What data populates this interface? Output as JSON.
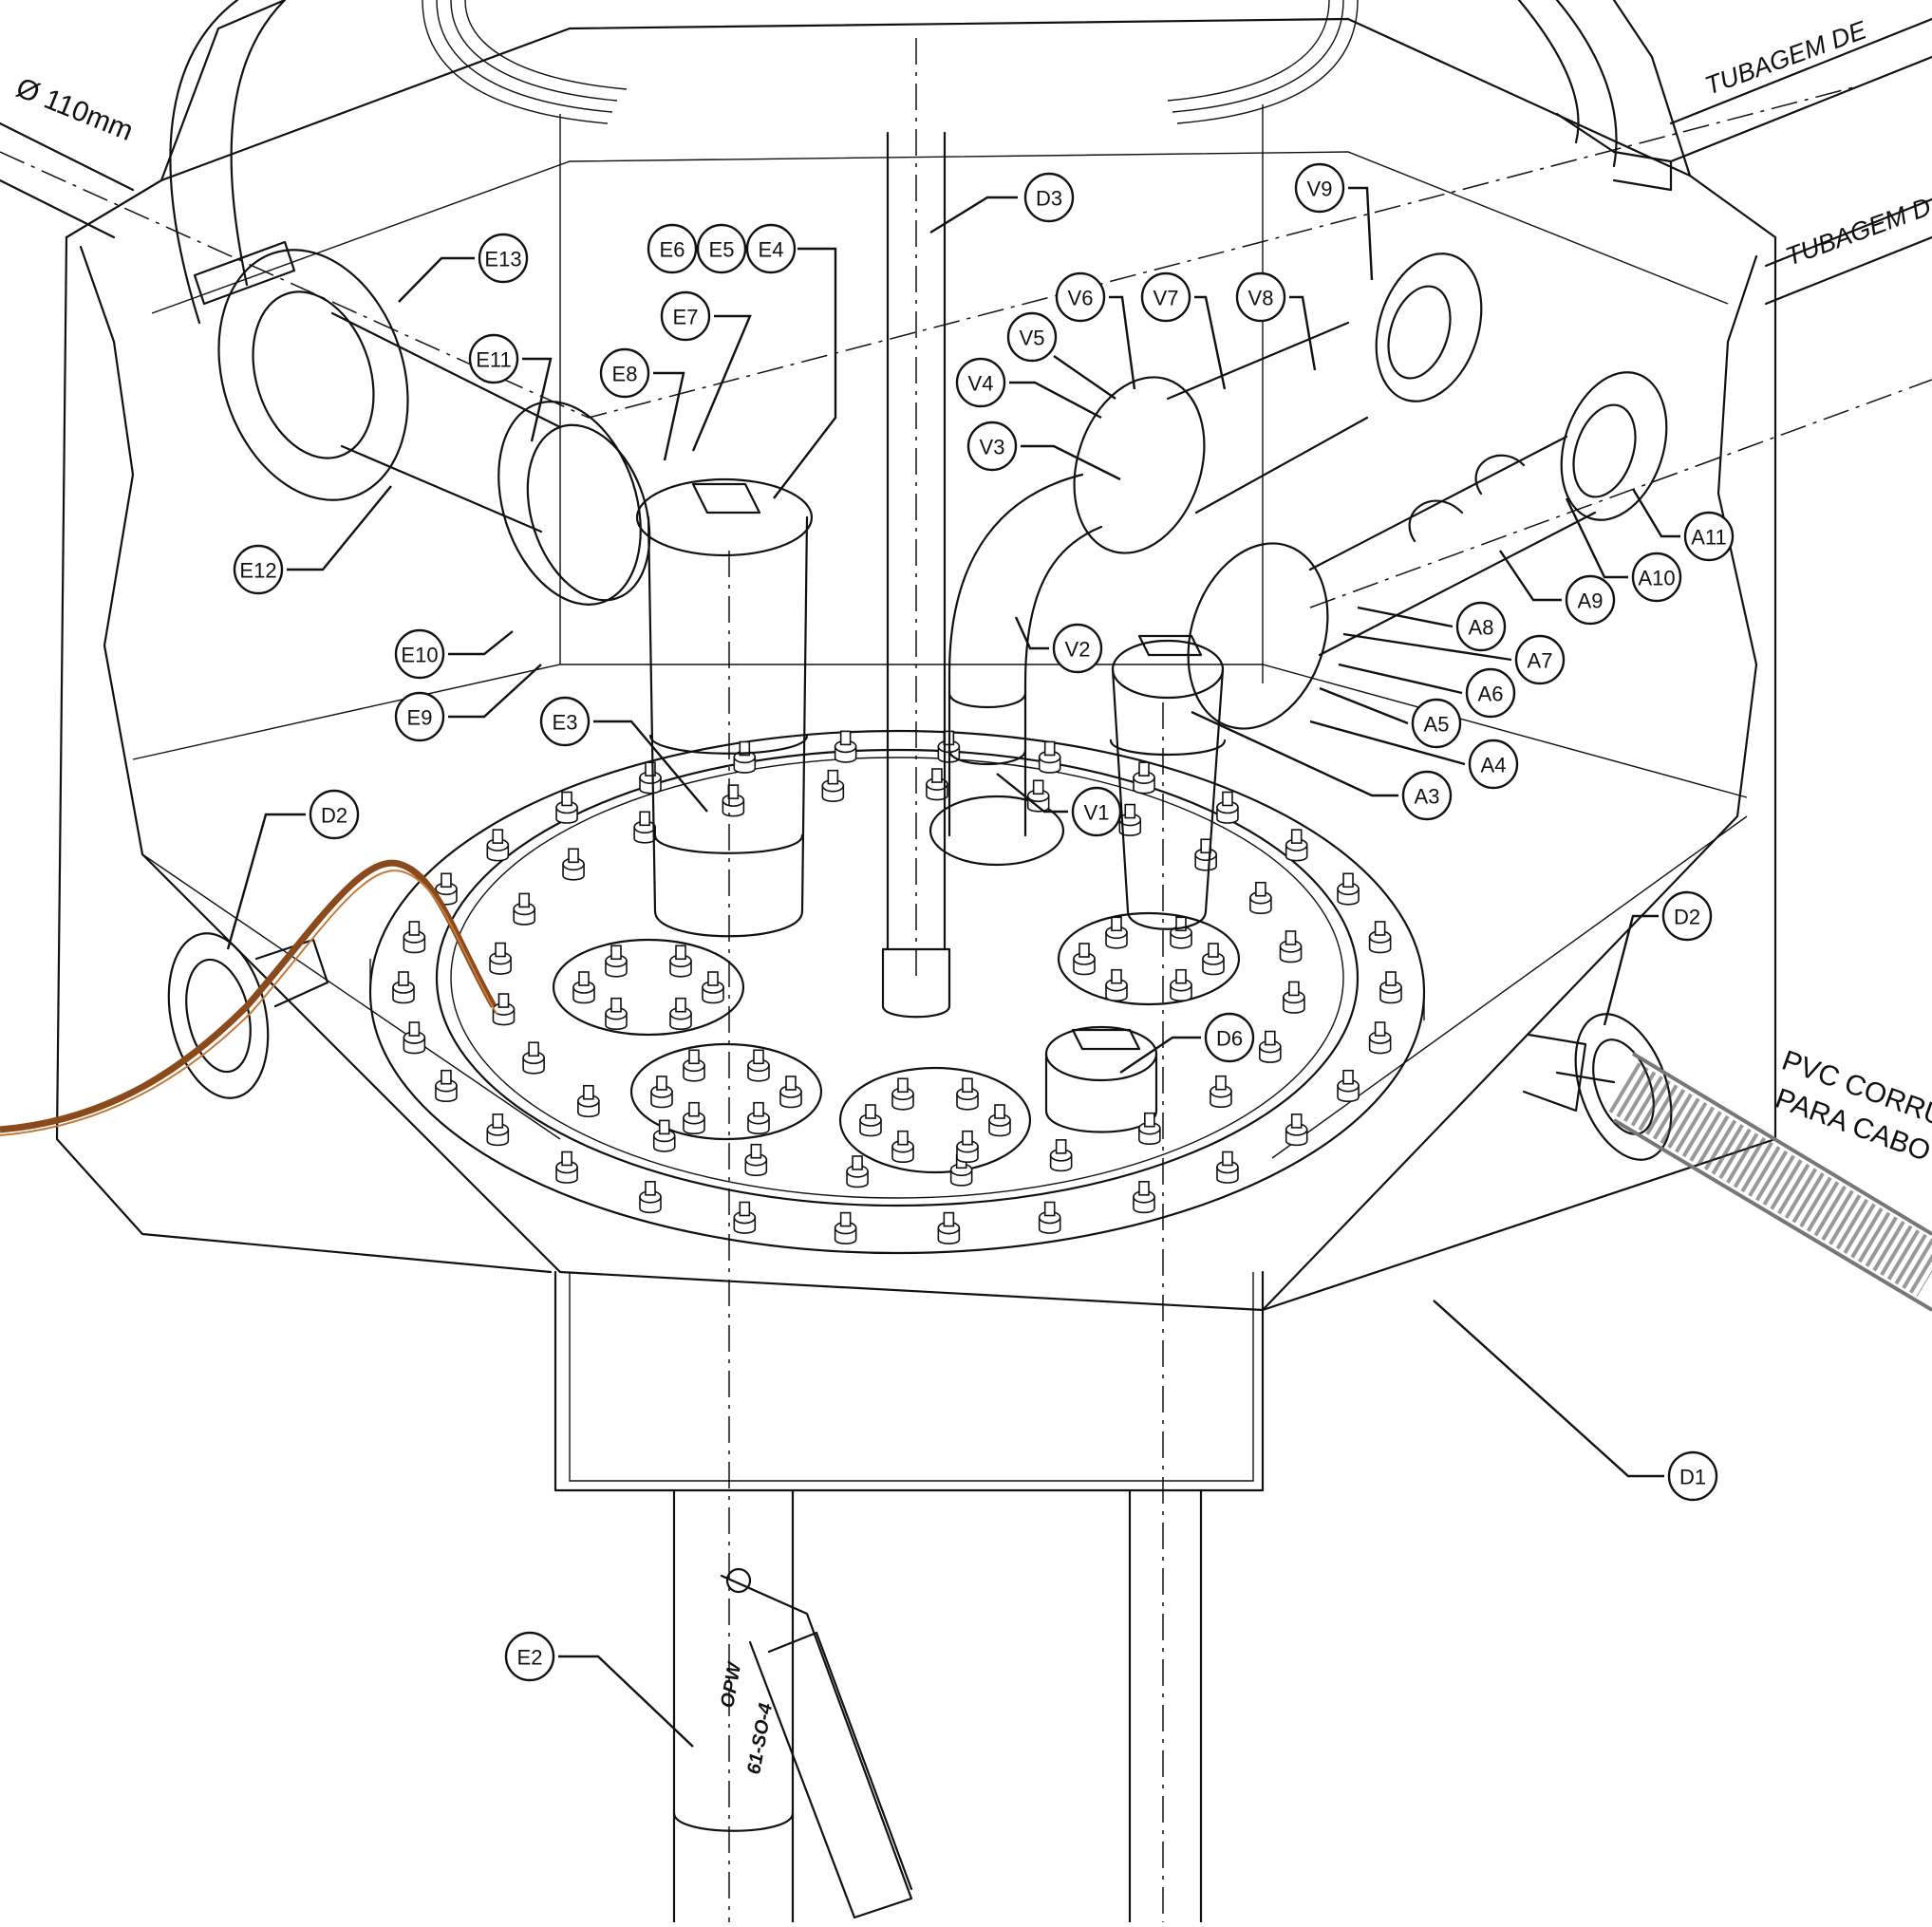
{
  "drawing": {
    "edge_labels": {
      "pipe_diameter": "Ø 110mm",
      "tubagem_top": "TUBAGEM DE",
      "tubagem_mid": "TUBAGEM D",
      "pvc_line1": "PVC CORRUG",
      "pvc_line2": "PARA CABO"
    },
    "valve_stamp": {
      "line1": "OPW",
      "line2": "61-SO-4"
    },
    "callouts": [
      {
        "id": "D3",
        "label": "D3"
      },
      {
        "id": "E6",
        "label": "E6"
      },
      {
        "id": "E5",
        "label": "E5"
      },
      {
        "id": "E4",
        "label": "E4"
      },
      {
        "id": "E7",
        "label": "E7"
      },
      {
        "id": "E8",
        "label": "E8"
      },
      {
        "id": "E11",
        "label": "E11"
      },
      {
        "id": "E13",
        "label": "E13"
      },
      {
        "id": "E12",
        "label": "E12"
      },
      {
        "id": "E10",
        "label": "E10"
      },
      {
        "id": "E9",
        "label": "E9"
      },
      {
        "id": "E3",
        "label": "E3"
      },
      {
        "id": "V9",
        "label": "V9"
      },
      {
        "id": "V6",
        "label": "V6"
      },
      {
        "id": "V7",
        "label": "V7"
      },
      {
        "id": "V8",
        "label": "V8"
      },
      {
        "id": "V5",
        "label": "V5"
      },
      {
        "id": "V4",
        "label": "V4"
      },
      {
        "id": "V3",
        "label": "V3"
      },
      {
        "id": "V2",
        "label": "V2"
      },
      {
        "id": "V1",
        "label": "V1"
      },
      {
        "id": "A11",
        "label": "A11"
      },
      {
        "id": "A10",
        "label": "A10"
      },
      {
        "id": "A9",
        "label": "A9"
      },
      {
        "id": "A8",
        "label": "A8"
      },
      {
        "id": "A7",
        "label": "A7"
      },
      {
        "id": "A6",
        "label": "A6"
      },
      {
        "id": "A5",
        "label": "A5"
      },
      {
        "id": "A4",
        "label": "A4"
      },
      {
        "id": "A3",
        "label": "A3"
      },
      {
        "id": "D2a",
        "label": "D2"
      },
      {
        "id": "D2b",
        "label": "D2"
      },
      {
        "id": "D6",
        "label": "D6"
      },
      {
        "id": "D1",
        "label": "D1"
      },
      {
        "id": "E2",
        "label": "E2"
      }
    ],
    "colors": {
      "ink": "#111111",
      "cable": "#8a4a1c",
      "paper": "#ffffff"
    }
  }
}
